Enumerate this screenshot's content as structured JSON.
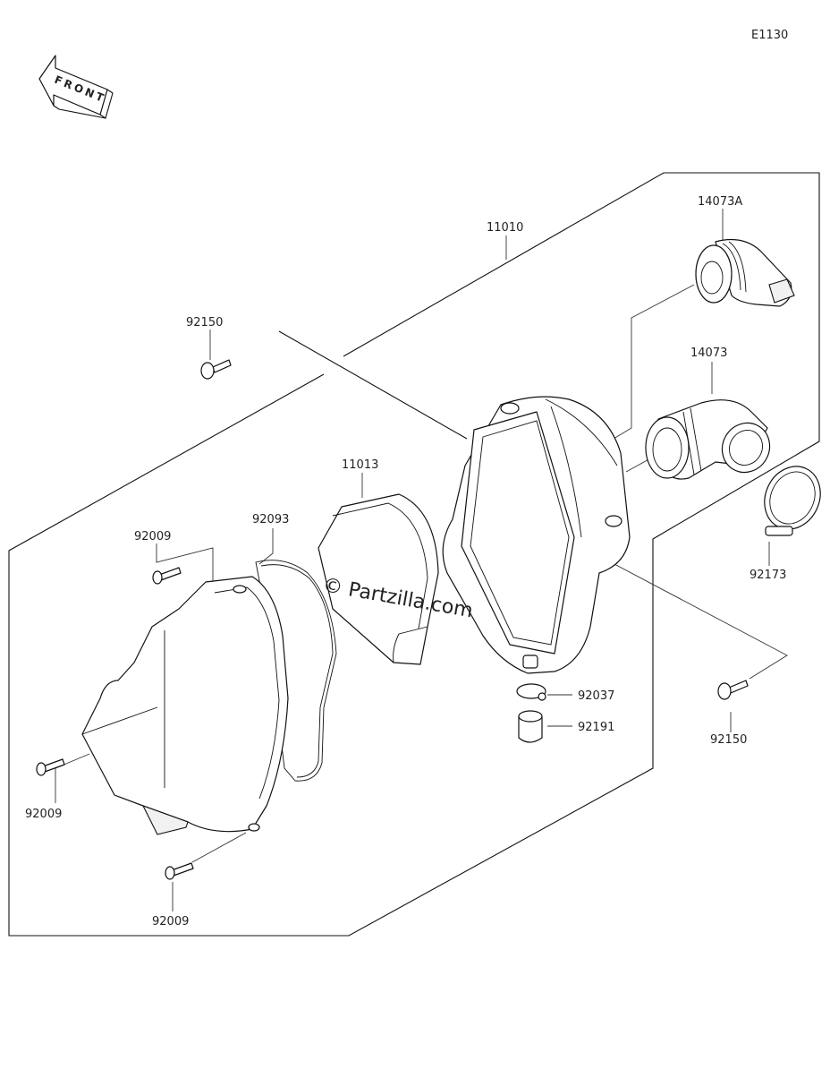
{
  "diagram_code": "E1130",
  "front_arrow_label": "FRONT",
  "watermark": "© Partzilla.com",
  "parts": [
    {
      "id": "p-11010",
      "number": "11010"
    },
    {
      "id": "p-14073a",
      "number": "14073A"
    },
    {
      "id": "p-92150-top",
      "number": "92150"
    },
    {
      "id": "p-14073",
      "number": "14073"
    },
    {
      "id": "p-11013",
      "number": "11013"
    },
    {
      "id": "p-92093",
      "number": "92093"
    },
    {
      "id": "p-92009-top",
      "number": "92009"
    },
    {
      "id": "p-92173",
      "number": "92173"
    },
    {
      "id": "p-92037",
      "number": "92037"
    },
    {
      "id": "p-92191",
      "number": "92191"
    },
    {
      "id": "p-92150-right",
      "number": "92150"
    },
    {
      "id": "p-92009-left",
      "number": "92009"
    },
    {
      "id": "p-92009-bottom",
      "number": "92009"
    }
  ]
}
